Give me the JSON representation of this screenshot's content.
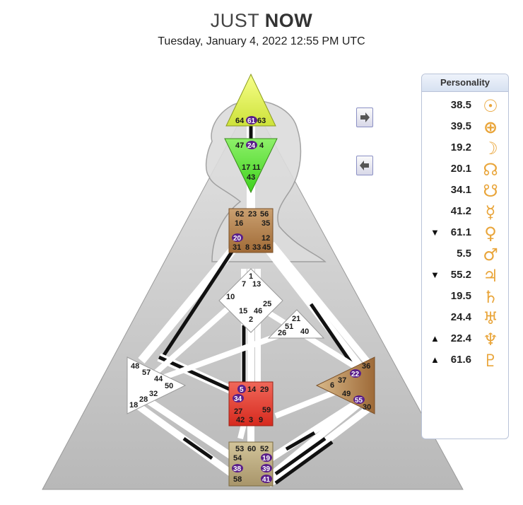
{
  "header": {
    "title_light": "JUST",
    "title_bold": "NOW",
    "date": "Tuesday, January 4, 2022 12:55 PM UTC"
  },
  "personality": {
    "heading": "Personality",
    "rows": [
      {
        "arrow": "",
        "value": "38.5",
        "glyph": "☉",
        "icon": "sun-icon"
      },
      {
        "arrow": "",
        "value": "39.5",
        "glyph": "⊕",
        "icon": "earth-icon"
      },
      {
        "arrow": "",
        "value": "19.2",
        "glyph": "☽",
        "icon": "moon-icon"
      },
      {
        "arrow": "",
        "value": "20.1",
        "glyph": "☊",
        "icon": "north-node-icon"
      },
      {
        "arrow": "",
        "value": "34.1",
        "glyph": "☋",
        "icon": "south-node-icon"
      },
      {
        "arrow": "",
        "value": "41.2",
        "glyph": "☿",
        "icon": "mercury-icon"
      },
      {
        "arrow": "▼",
        "value": "61.1",
        "glyph": "♀",
        "icon": "venus-icon"
      },
      {
        "arrow": "",
        "value": "5.5",
        "glyph": "♂",
        "icon": "mars-icon"
      },
      {
        "arrow": "▼",
        "value": "55.2",
        "glyph": "♃",
        "icon": "jupiter-icon"
      },
      {
        "arrow": "",
        "value": "19.5",
        "glyph": "♄",
        "icon": "saturn-icon"
      },
      {
        "arrow": "",
        "value": "24.4",
        "glyph": "♅",
        "icon": "uranus-icon"
      },
      {
        "arrow": "▲",
        "value": "22.4",
        "glyph": "♆",
        "icon": "neptune-icon"
      },
      {
        "arrow": "▲",
        "value": "61.6",
        "glyph": "♇",
        "icon": "pluto-icon"
      }
    ]
  },
  "colors": {
    "head": "#e6f25a",
    "ajna": "#5fe63a",
    "throat": "#b07a42",
    "g_center": "#ffffff",
    "heart": "#ffffff",
    "spleen": "#ffffff",
    "solar_plexus": "#b07a42",
    "sacral": "#e8352a",
    "root": "#b8a878",
    "active_gate": "#5a1f8a",
    "channel_active": "#111111",
    "glyph": "#e9a53a"
  },
  "centers": {
    "head": {
      "gates": [
        "64",
        "61",
        "63"
      ]
    },
    "ajna": {
      "gates": [
        "47",
        "24",
        "4",
        "17",
        "11",
        "43"
      ]
    },
    "throat": {
      "gates": [
        "62",
        "23",
        "56",
        "16",
        "35",
        "20",
        "12",
        "31",
        "8",
        "33",
        "45"
      ]
    },
    "g": {
      "gates": [
        "1",
        "7",
        "13",
        "10",
        "25",
        "15",
        "46",
        "2"
      ]
    },
    "heart": {
      "gates": [
        "21",
        "51",
        "26",
        "40"
      ]
    },
    "spleen": {
      "gates": [
        "48",
        "57",
        "44",
        "50",
        "32",
        "28",
        "18"
      ]
    },
    "solar_plexus": {
      "gates": [
        "36",
        "22",
        "6",
        "37",
        "49",
        "55",
        "30"
      ]
    },
    "sacral": {
      "gates": [
        "5",
        "14",
        "29",
        "34",
        "27",
        "59",
        "42",
        "3",
        "9"
      ]
    },
    "root": {
      "gates": [
        "53",
        "60",
        "52",
        "54",
        "19",
        "38",
        "39",
        "58",
        "41"
      ]
    }
  }
}
